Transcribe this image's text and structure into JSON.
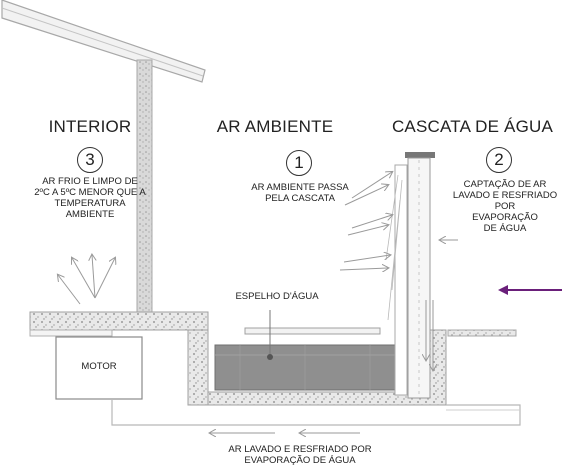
{
  "headings": {
    "interior": "INTERIOR",
    "ambient": "AR AMBIENTE",
    "cascade": "CASCATA DE ÁGUA"
  },
  "steps": [
    {
      "number": "3",
      "lines": [
        "AR FRIO E LIMPO DE",
        "2ºC A 5ºC MENOR QUE A",
        "TEMPERATURA",
        "AMBIENTE"
      ]
    },
    {
      "number": "1",
      "lines": [
        "AR AMBIENTE PASSA",
        "PELA CASCATA"
      ]
    },
    {
      "number": "2",
      "lines": [
        "CAPTAÇÃO DE AR",
        "LAVADO E RESFRIADO",
        "POR",
        "EVAPORAÇÃO",
        "DE ÁGUA"
      ]
    }
  ],
  "labels": {
    "mirror": "ESPELHO D'ÁGUA",
    "motor": "MOTOR",
    "bottom_line1": "AR LAVADO E RESFRIADO POR",
    "bottom_line2": "EVAPORAÇÃO DE ÁGUA"
  },
  "colors": {
    "accent_arrow": "#6a1f7a",
    "line": "#9a9a9a",
    "water": "#8a8a8a"
  }
}
